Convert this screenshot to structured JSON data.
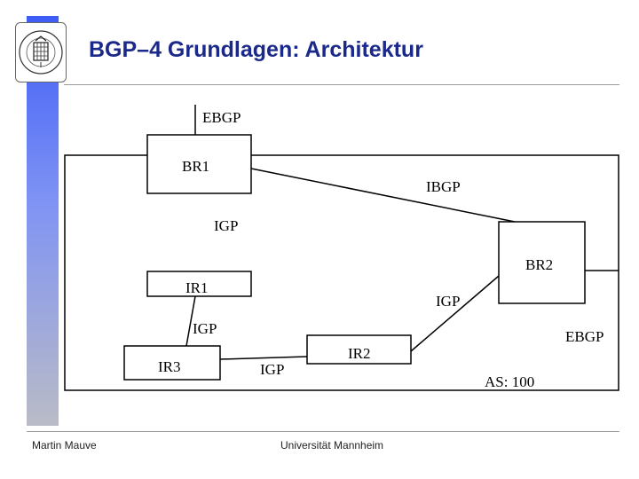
{
  "header": {
    "title": "BGP–4 Grundlagen: Architektur"
  },
  "footer": {
    "author": "Martin Mauve",
    "institution": "Universität Mannheim"
  },
  "logo": {
    "icon": "university-seal-icon"
  },
  "diagram": {
    "routers": {
      "br1": "BR1",
      "br2": "BR2",
      "ir1": "IR1",
      "ir2": "IR2",
      "ir3": "IR3"
    },
    "links": {
      "ebgp_top": "EBGP",
      "ibgp": "IBGP",
      "igp_br1": "IGP",
      "igp_ir1_br2": "IGP",
      "igp_ir1_ir3": "IGP",
      "igp_ir3_ir2": "IGP",
      "ebgp_right": "EBGP"
    },
    "as_label": "AS: 100"
  }
}
